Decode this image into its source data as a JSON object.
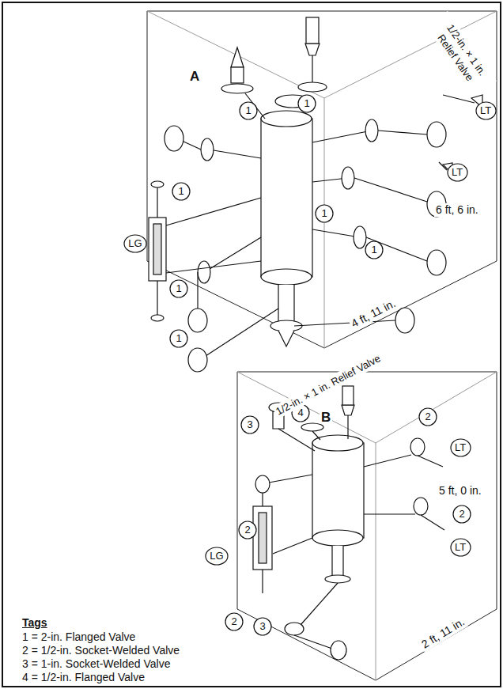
{
  "diagram": {
    "nodes": [
      {
        "text": [
          "1"
        ]
      },
      {
        "text": [
          "1"
        ]
      },
      {
        "text": [
          "LT"
        ]
      },
      {
        "text": [
          "LT"
        ]
      },
      {
        "text": [
          "1"
        ]
      },
      {
        "text": [
          "1"
        ]
      },
      {
        "text": [
          "LG"
        ]
      },
      {
        "text": [
          "1"
        ]
      },
      {
        "text": [
          "1"
        ]
      },
      {
        "text": [
          "1"
        ]
      },
      {
        "text": [
          "4"
        ]
      },
      {
        "text": [
          "2"
        ]
      },
      {
        "text": [
          "3"
        ]
      },
      {
        "text": [
          "LT"
        ]
      },
      {
        "text": [
          "2"
        ]
      },
      {
        "text": [
          "2"
        ]
      },
      {
        "text": [
          "LT"
        ]
      },
      {
        "text": [
          "LG"
        ]
      },
      {
        "text": [
          "2"
        ]
      },
      {
        "text": [
          "3"
        ]
      }
    ],
    "labels": [
      "1/2-in. × 1 in. Relief Valve",
      "A",
      "6 ft, 6 in.",
      "4 ft, 11 in.",
      "1/2-in. × 1 in. Relief Valve",
      "B",
      "5 ft, 0 in.",
      "2 ft, 11 in.",
      "Tags",
      "1 = 2-in. Flanged Valve",
      "2 = 1/2-in. Socket-Welded Valve",
      "3 = 1-in. Socket-Welded Valve",
      "4 = 1/2-in. Flanged Valve"
    ]
  }
}
